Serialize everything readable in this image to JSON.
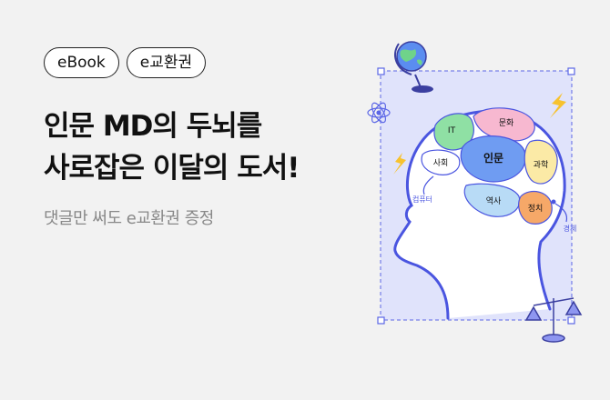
{
  "tags": [
    "eBook",
    "e교환권"
  ],
  "title": {
    "line1": "인문 MD의 두뇌를",
    "line2": "사로잡은 이달의 도서!"
  },
  "subtitle": "댓글만 써도 e교환권 증정",
  "brain": {
    "regions": [
      "IT",
      "문화",
      "사회",
      "인문",
      "과학",
      "역사",
      "정치"
    ],
    "labels": [
      "컴퓨터",
      "경제"
    ]
  },
  "colors": {
    "accent": "#4a55e0",
    "panel": "#e0e3fb"
  },
  "icons": [
    "globe-icon",
    "atom-icon",
    "lightning-icon",
    "scales-icon"
  ]
}
